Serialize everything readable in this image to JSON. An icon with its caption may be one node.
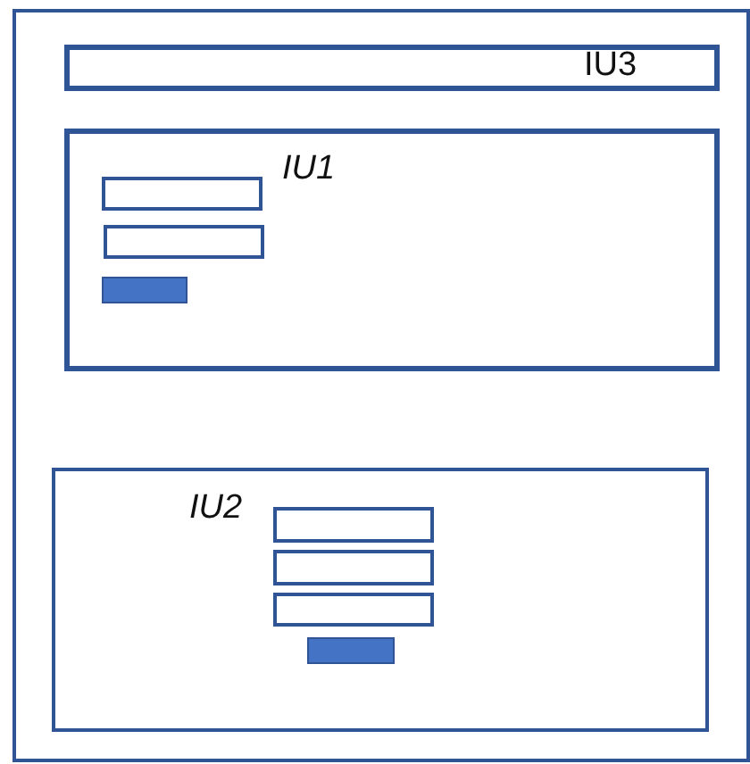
{
  "diagram": {
    "nodes": [
      {
        "text": [],
        "shape": "box"
      },
      {
        "text": [
          "IU3"
        ],
        "in": 0
      },
      {
        "text": [
          "IU1"
        ],
        "in": 0
      },
      {
        "text": [],
        "shape": "box",
        "in": 2
      },
      {
        "text": [],
        "shape": "box",
        "in": 2
      },
      {
        "text": [],
        "shape": "bar",
        "in": 2
      },
      {
        "text": [
          "IU2"
        ],
        "in": 0
      },
      {
        "text": [],
        "shape": "box",
        "in": 6
      },
      {
        "text": [],
        "shape": "box",
        "in": 6
      },
      {
        "text": [],
        "shape": "box",
        "in": 6
      },
      {
        "text": [],
        "shape": "bar",
        "in": 6
      }
    ]
  }
}
